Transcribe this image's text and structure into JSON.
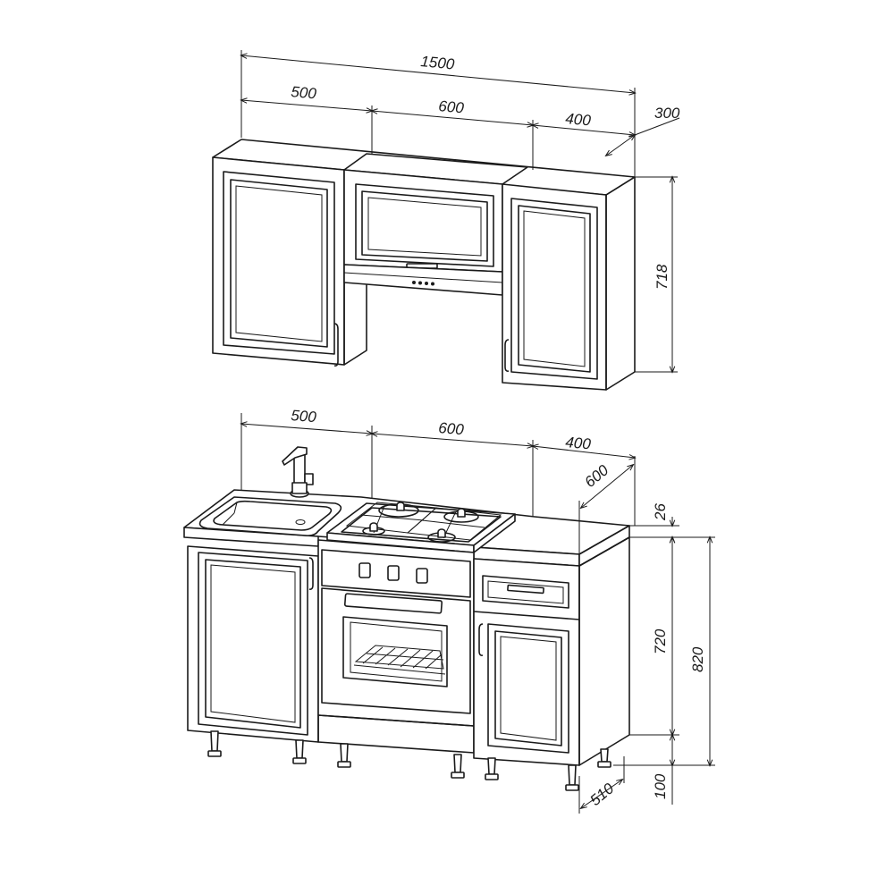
{
  "upper_dims": {
    "total_width": "1500",
    "left_width": "500",
    "center_width": "600",
    "right_width": "400",
    "depth": "300",
    "height": "718"
  },
  "lower_dims": {
    "left_width": "500",
    "center_width": "600",
    "right_width": "400",
    "depth": "600",
    "top_thickness": "26",
    "body_height": "720",
    "total_height": "820",
    "leg_height": "100",
    "base_depth": "510"
  }
}
